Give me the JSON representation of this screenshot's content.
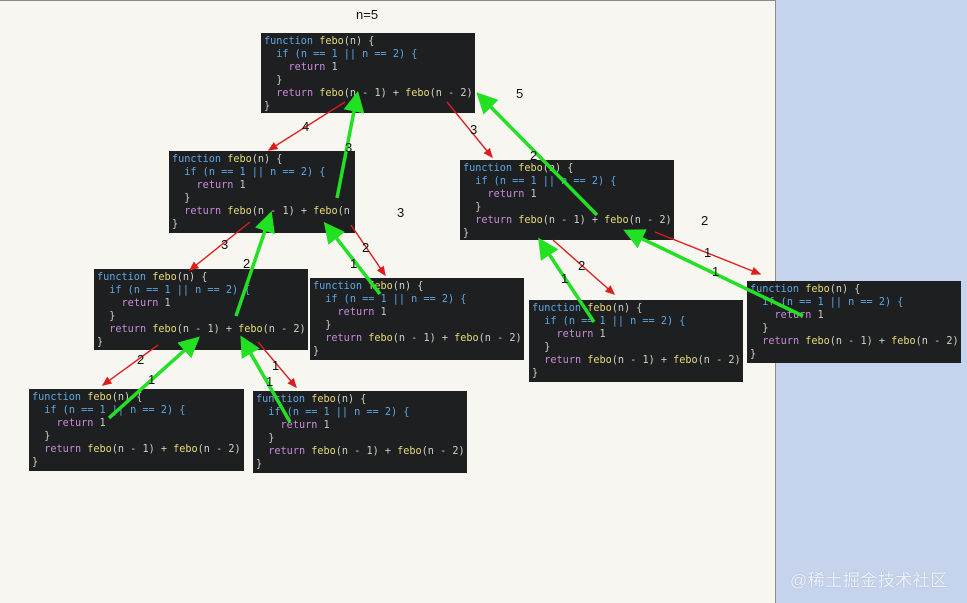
{
  "title": "n=5",
  "watermark": "@稀土掘金技术社区",
  "code_lines": {
    "l1a": "function",
    "l1b": "febo",
    "l1c": "(n) {",
    "l2": "if (n == 1 || n == 2) {",
    "l3a": "return",
    "l3b": " 1",
    "l4": "}",
    "l5a": "return",
    "l5b": "febo",
    "l5c": "(n - 1) + ",
    "l5d": "febo",
    "l5e": "(n - 2)",
    "l6": "}"
  },
  "labels": {
    "a5": "5",
    "a4": "4",
    "a3_top": "3",
    "a3_up": "3",
    "a3_mid": "3",
    "a3_left": "3",
    "a2_mid": "2",
    "a2_r": "2",
    "a2_right": "2",
    "a2_up": "2",
    "a2_ll": "2",
    "a2_rr": "2",
    "a1_ll": "1",
    "a1_lr1": "1",
    "a1_lr2": "1",
    "a1_mr": "1",
    "a1_rr": "1",
    "a1_rr2": "1",
    "a1_rl": "1"
  },
  "colors": {
    "call_arrow": "#dd1c1c",
    "return_arrow": "#22e022",
    "code_bg": "#1d1f21"
  }
}
